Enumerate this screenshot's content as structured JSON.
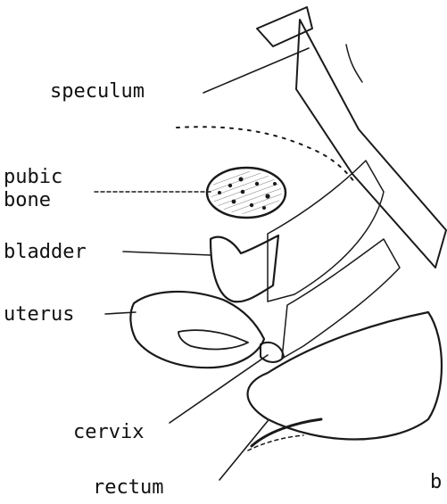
{
  "figure": {
    "labels": {
      "speculum": "speculum",
      "pubic_bone": "pubic\nbone",
      "bladder": "bladder",
      "uterus": "uterus",
      "cervix": "cervix",
      "rectum": "rectum",
      "panel": "b"
    },
    "colors": {
      "ink": "#1a1a1a",
      "background": "#ffffff"
    }
  }
}
